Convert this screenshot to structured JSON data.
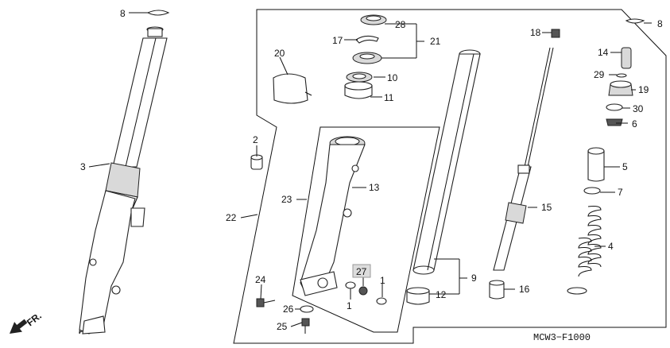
{
  "diagram": {
    "code": "MCW3−F1000",
    "direction_label": "FR.",
    "highlight_color": "#dcdcdc",
    "callouts": {
      "c8a": "8",
      "c8b": "8",
      "c3": "3",
      "c20": "20",
      "c28": "28",
      "c17": "17",
      "c21": "21",
      "c10": "10",
      "c11": "11",
      "c2": "2",
      "c22": "22",
      "c23": "23",
      "c13": "13",
      "c27": "27",
      "c1a": "1",
      "c1b": "1",
      "c24": "24",
      "c26": "26",
      "c25": "25",
      "c9": "9",
      "c12": "12",
      "c18": "18",
      "c15": "15",
      "c16": "16",
      "c14": "14",
      "c29": "29",
      "c19": "19",
      "c30": "30",
      "c6": "6",
      "c5": "5",
      "c7": "7",
      "c4": "4"
    }
  }
}
